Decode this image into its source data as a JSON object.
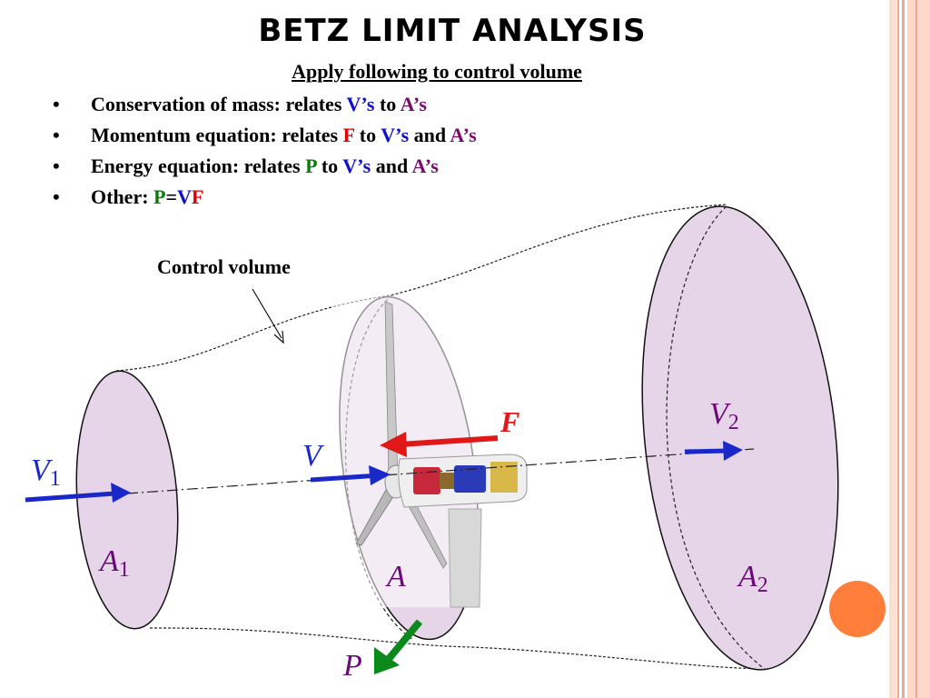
{
  "title": "BETZ LIMIT ANALYSIS",
  "subtitle": "Apply following to control volume",
  "bullets": [
    {
      "marker": "•",
      "text1": "Conservation of mass:  relates ",
      "v": "V’s",
      "mid": " to ",
      "a": "A’s"
    },
    {
      "marker": "•",
      "text1": "Momentum equation: relates ",
      "f": "F",
      "mid1": " to ",
      "v": "V’s",
      "mid2": " and ",
      "a": "A’s"
    },
    {
      "marker": "•",
      "text1": "Energy equation: relates ",
      "p": "P",
      "mid1": " to ",
      "v": "V’s",
      "mid2": " and ",
      "a": "A’s"
    },
    {
      "marker": "•",
      "text1": "Other:   ",
      "p": "P",
      "eq": "=",
      "v": "V",
      "f": "F"
    }
  ],
  "diagram": {
    "control_volume_label": "Control volume",
    "v1": {
      "sym": "V",
      "sub": "1"
    },
    "a1": {
      "sym": "A",
      "sub": "1"
    },
    "v": {
      "sym": "V"
    },
    "a": {
      "sym": "A"
    },
    "f": {
      "sym": "F"
    },
    "p": {
      "sym": "P"
    },
    "v2": {
      "sym": "V",
      "sub": "2"
    },
    "a2": {
      "sym": "A",
      "sub": "2"
    }
  },
  "colors": {
    "disk_fill": "#e6d4e8",
    "velocity_arrow": "#1a28c8",
    "force_arrow": "#e01818",
    "power_arrow": "#0a8a1a",
    "label_purple": "#6a0a78",
    "stripe": "#f4b8a0",
    "orange_circle": "#ff7f3a"
  }
}
